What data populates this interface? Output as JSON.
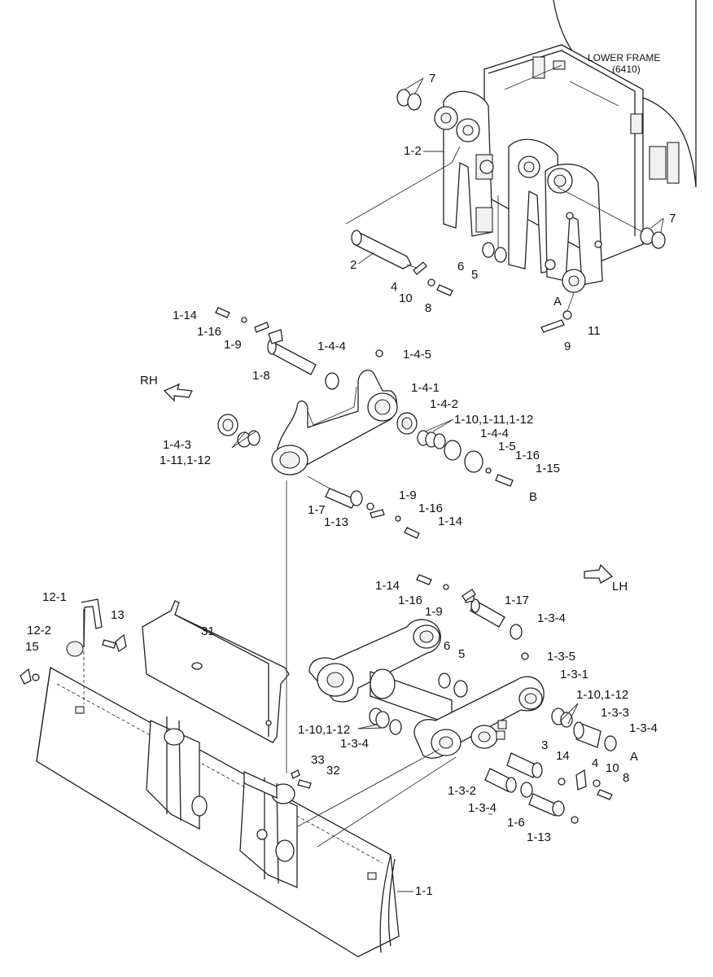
{
  "frame": {
    "title": "LOWER FRAME",
    "code": "(6410)"
  },
  "directions": {
    "rh": "RH",
    "lh": "LH"
  },
  "refs": {
    "a": "A",
    "b": "B"
  },
  "labels": {
    "p7a": "7",
    "p7b": "7",
    "p1_2": "1-2",
    "p2": "2",
    "p6a": "6",
    "p5a": "5",
    "p4a": "4",
    "p10a": "10",
    "p8a": "8",
    "p11": "11",
    "p9a": "9",
    "p1_14a": "1-14",
    "p1_16a": "1-16",
    "p1_9a": "1-9",
    "p1_4_4a": "1-4-4",
    "p1_4_5": "1-4-5",
    "p1_8": "1-8",
    "p1_4_1": "1-4-1",
    "p1_4_2": "1-4-2",
    "p1_10a": "1-10,1-11,1-12",
    "p1_4_4b": "1-4-4",
    "p1_5": "1-5",
    "p1_16b": "1-16",
    "p1_15": "1-15",
    "p1_4_3": "1-4-3",
    "p1_11a": "1-11,1-12",
    "p1_7": "1-7",
    "p1_13a": "1-13",
    "p1_9b": "1-9",
    "p1_16c": "1-16",
    "p1_14b": "1-14",
    "p1_14c": "1-14",
    "p1_16d": "1-16",
    "p1_9c": "1-9",
    "p1_17": "1-17",
    "p1_3_4a": "1-3-4",
    "p6b": "6",
    "p5b": "5",
    "p1_3_5": "1-3-5",
    "p1_3_1": "1-3-1",
    "p1_10b": "1-10,1-12",
    "p1_3_3": "1-3-3",
    "p1_3_4b": "1-3-4",
    "p1_10c": "1-10,1-12",
    "p1_3_4c": "1-3-4",
    "p3": "3",
    "p14": "14",
    "p4b": "4",
    "p10b": "10",
    "p8b": "8",
    "p1_3_2": "1-3-2",
    "p1_3_4d": "1-3-4",
    "p1_6": "1-6",
    "p1_13b": "1-13",
    "p12_1": "12-1",
    "p13": "13",
    "p12_2": "12-2",
    "p15": "15",
    "p31": "31",
    "p33": "33",
    "p32": "32",
    "p1_1": "1-1"
  }
}
